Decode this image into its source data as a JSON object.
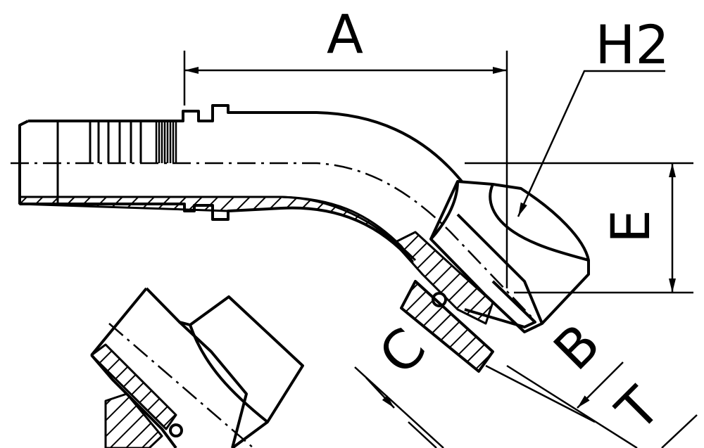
{
  "drawing": {
    "labels": {
      "A": "A",
      "H2": "H2",
      "E": "E",
      "C": "C",
      "B": "B",
      "T": "T"
    },
    "colors": {
      "line": "#000000",
      "background": "#ffffff"
    }
  }
}
